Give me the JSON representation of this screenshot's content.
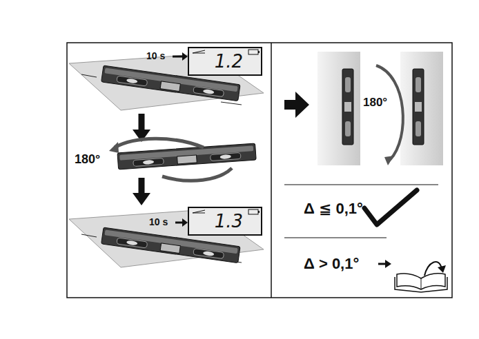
{
  "diagram": {
    "nodes": [
      {
        "text": [
          "1.2"
        ]
      },
      {
        "text": [
          "1.3"
        ]
      }
    ],
    "labels": [
      "10 s",
      "180°",
      "180°",
      "10 s",
      "Δ ≦ 0,1°",
      "Δ > 0,1°"
    ]
  }
}
